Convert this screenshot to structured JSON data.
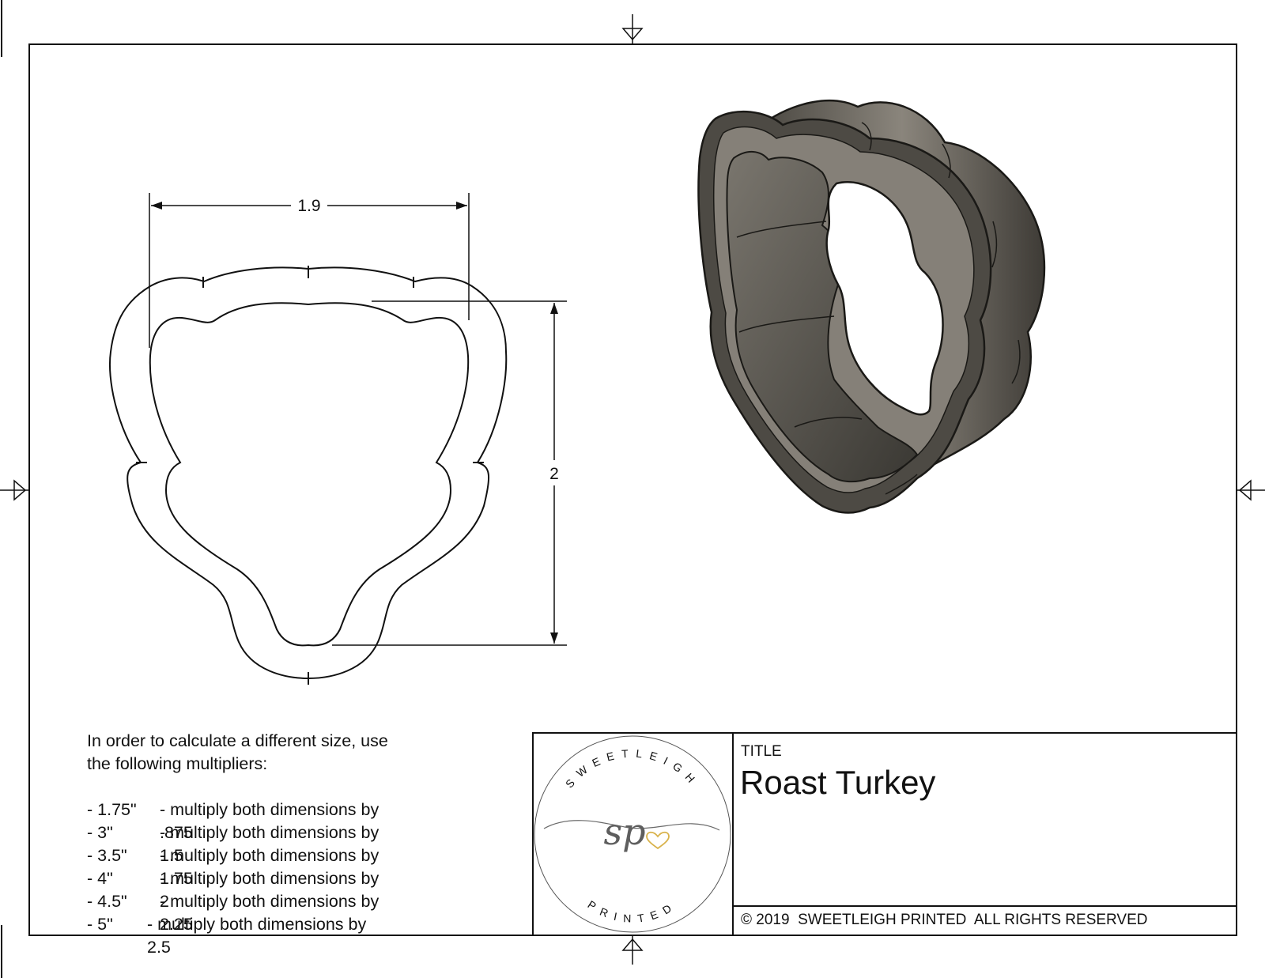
{
  "dimensions": {
    "width_label": "1.9",
    "height_label": "2"
  },
  "notes": {
    "intro_line1": "In order to calculate a different size, use",
    "intro_line2": "the following multipliers:",
    "rows": [
      {
        "size": "- 1.75\"",
        "text": "- multiply both dimensions by .875"
      },
      {
        "size": "- 3\"",
        "text": "- multiply both dimensions by 1.5"
      },
      {
        "size": "- 3.5\"",
        "text": "- multiply both dimensions by 1.75"
      },
      {
        "size": "- 4\"",
        "text": "- multiply both dimensions by 2"
      },
      {
        "size": "- 4.5\"",
        "text": "- multiply both dimensions by 2.25"
      },
      {
        "size": "- 5\"",
        "text": "- multiply both dimensions by 2.5"
      }
    ]
  },
  "logo": {
    "top_text": "SWEETLEIGH",
    "bottom_text": "PRINTED",
    "monogram": "sp"
  },
  "title_block": {
    "label": "TITLE",
    "value": "Roast Turkey",
    "copyright": "© 2019  SWEETLEIGH PRINTED  ALL RIGHTS RESERVED"
  },
  "colors": {
    "line": "#111111",
    "cutter_dark": "#3f3c37",
    "cutter_mid": "#6e6a63",
    "cutter_light": "#9a958c",
    "logo_gold": "#d8b24a",
    "logo_gray": "#6a6a6a"
  }
}
